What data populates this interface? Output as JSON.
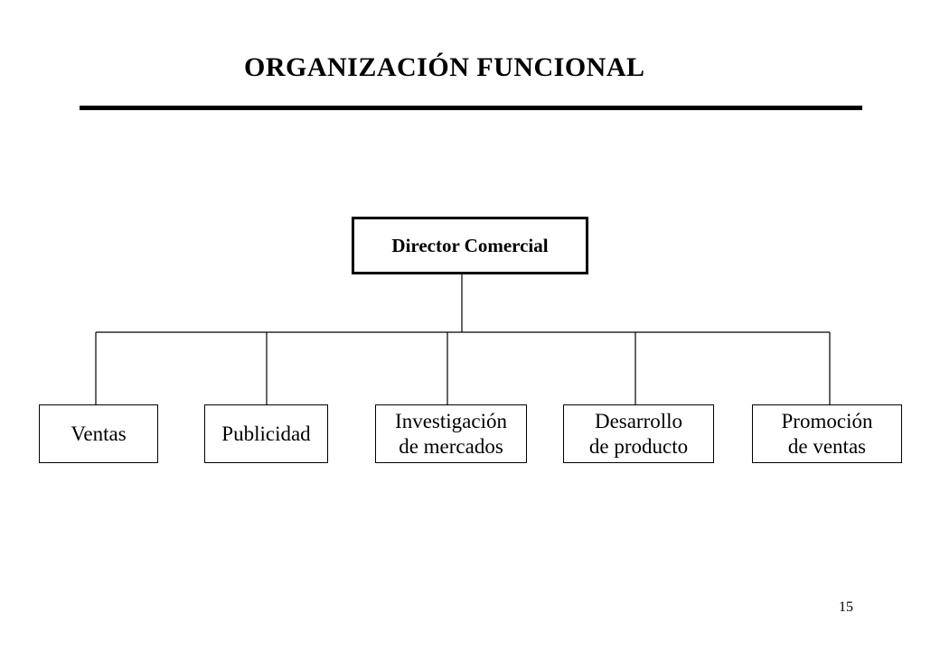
{
  "title": "ORGANIZACIÓN FUNCIONAL",
  "org_chart": {
    "root": {
      "label": "Director Comercial"
    },
    "children": [
      {
        "line1": "Ventas",
        "line2": ""
      },
      {
        "line1": "Publicidad",
        "line2": ""
      },
      {
        "line1": "Investigación",
        "line2": "de mercados"
      },
      {
        "line1": "Desarrollo",
        "line2": "de producto"
      },
      {
        "line1": "Promoción",
        "line2": "de ventas"
      }
    ]
  },
  "page_number": "15",
  "colors": {
    "line": "#000000",
    "background": "#ffffff"
  }
}
